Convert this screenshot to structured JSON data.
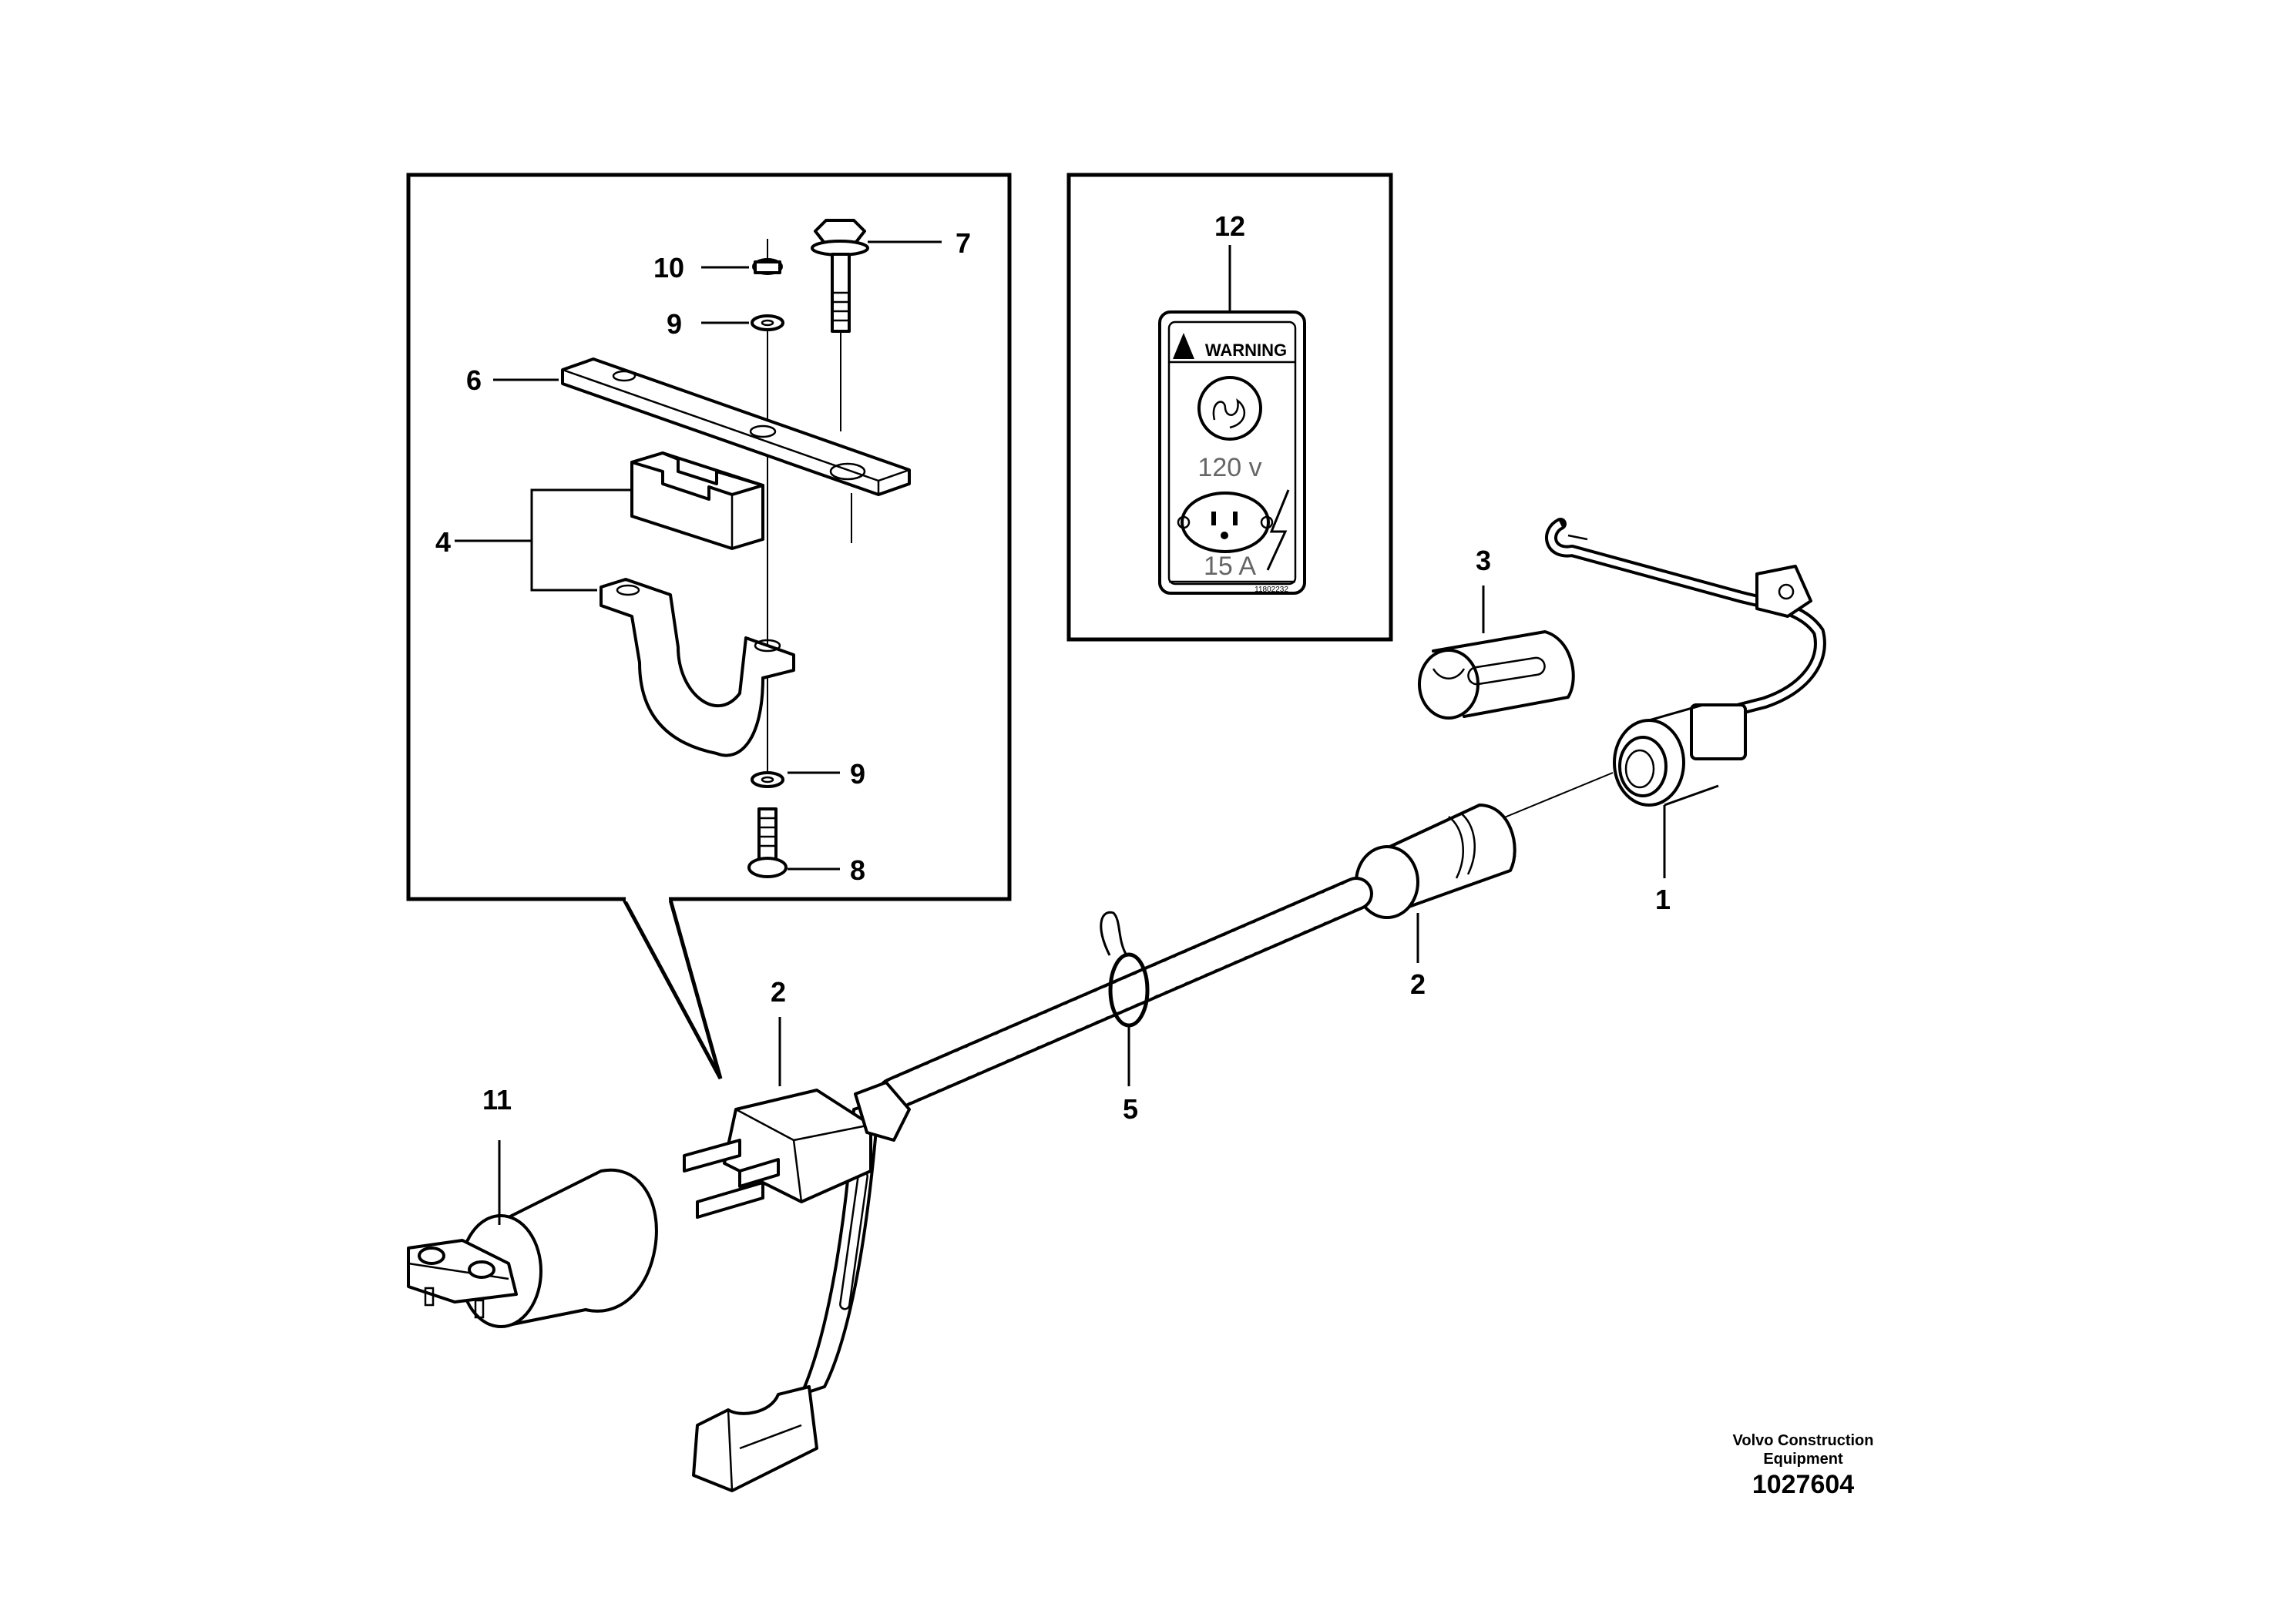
{
  "labels": {
    "p1": "1",
    "p2a": "2",
    "p2b": "2",
    "p3": "3",
    "p4": "4",
    "p5": "5",
    "p6": "6",
    "p7": "7",
    "p8": "8",
    "p9a": "9",
    "p9b": "9",
    "p10": "10",
    "p11": "11",
    "p12": "12"
  },
  "decal": {
    "warning": "WARNING",
    "voltage": "120 v",
    "amperage": "15 A",
    "code": "11802232"
  },
  "footer": {
    "brand_line1": "Volvo Construction",
    "brand_line2": "Equipment",
    "drawing_number": "1027604"
  }
}
